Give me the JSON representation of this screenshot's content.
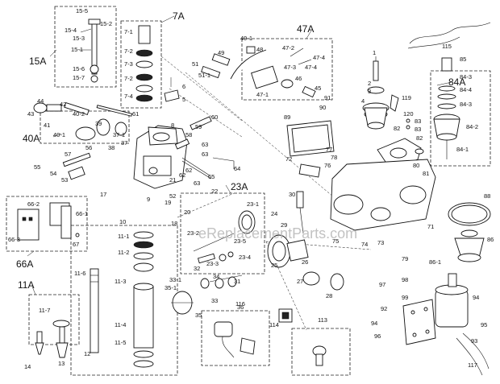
{
  "watermark": "eReplacementParts.com",
  "groups": {
    "g15A": "15A",
    "g7A": "7A",
    "g47A": "47A",
    "g84A": "84A",
    "g40A": "40A",
    "g23A": "23A",
    "g66A": "66A",
    "g11A": "11A"
  },
  "labels": {
    "l15_5": "15-5",
    "l15_2": "15-2",
    "l15_4": "15-4",
    "l15_3": "15-3",
    "l15_1": "15-1",
    "l15_6": "15-6",
    "l15_7": "15-7",
    "l7_1": "7-1",
    "l7_2a": "7-2",
    "l7_3": "7-3",
    "l7_2b": "7-2",
    "l7_4": "7-4",
    "l6": "6",
    "l5": "5",
    "l49_1": "49-1",
    "l48": "48",
    "l49": "49",
    "l51": "51",
    "l51_1": "51-1",
    "l47_2": "47-2",
    "l47_4a": "47-4",
    "l47_3": "47-3",
    "l47_4b": "47-4",
    "l47_1": "47-1",
    "l46": "46",
    "l45": "45",
    "l1": "1",
    "l2": "2",
    "l3": "3",
    "l4": "4",
    "l91": "91",
    "l90": "90",
    "l119": "119",
    "l120": "120",
    "l83a": "83",
    "l83b": "83",
    "l82a": "82",
    "l82b": "82",
    "l115": "115",
    "l85": "85",
    "l84_3a": "84-3",
    "l84_4": "84-4",
    "l84_3b": "84-3",
    "l84_2": "84-2",
    "l84_1": "84-1",
    "l80": "80",
    "l81": "81",
    "l44": "44",
    "l43": "43",
    "l42": "42",
    "l40_2": "40-2",
    "l41": "41",
    "l39": "39",
    "l37_1": "37-1",
    "l37": "37",
    "l40_1": "40-1",
    "l56": "56",
    "l38": "38",
    "l61": "61",
    "l8": "8",
    "l60": "60",
    "l59": "59",
    "l58": "58",
    "l63a": "63",
    "l63b": "63",
    "l62a": "62",
    "l62b": "62",
    "l21": "21",
    "l65": "65",
    "l64": "64",
    "l63c": "63",
    "l57": "57",
    "l55": "55",
    "l54": "54",
    "l53": "53",
    "l52": "52",
    "l89": "89",
    "l77": "77",
    "l78": "78",
    "l76": "76",
    "l72": "72",
    "l17": "17",
    "l9": "9",
    "l22": "22",
    "l19": "19",
    "l20": "20",
    "l10": "10",
    "l18": "18",
    "l23_1": "23-1",
    "l24": "24",
    "l23_2": "23-2",
    "l23_5": "23-5",
    "l23_4": "23-4",
    "l23_3": "23-3",
    "l29": "29",
    "l30": "30",
    "l25": "25",
    "l26": "26",
    "l27": "27",
    "l28": "28",
    "l32": "32",
    "l34": "34",
    "l31": "31",
    "l33_1": "33-1",
    "l35_1": "35-1",
    "l33": "33",
    "l36": "36",
    "l35": "35",
    "l75": "75",
    "l74": "74",
    "l73": "73",
    "l79": "79",
    "l71": "71",
    "l88": "88",
    "l86": "86",
    "l86_1": "86-1",
    "l66_2": "66-2",
    "l66_1": "66-1",
    "l66_3": "66-3",
    "l67": "67",
    "l11_1": "11-1",
    "l11_2": "11-2",
    "l11_3": "11-3",
    "l11_4": "11-4",
    "l11_5": "11-5",
    "l11_6": "11-6",
    "l11_7": "11-7",
    "l12": "12",
    "l13": "13",
    "l14": "14",
    "l116": "116",
    "l114": "114",
    "l113": "113",
    "l97": "97",
    "l98": "98",
    "l99": "99",
    "l92": "92",
    "l94a": "94",
    "l95": "95",
    "l94b": "94",
    "l96": "96",
    "l93": "93",
    "l117": "117"
  }
}
